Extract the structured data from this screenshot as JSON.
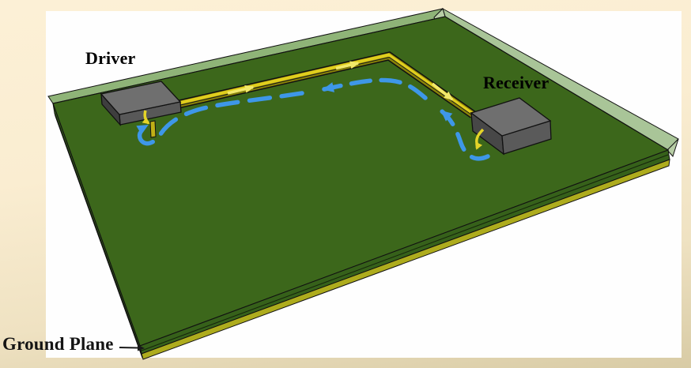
{
  "labels": {
    "driver": "Driver",
    "receiver": "Receiver",
    "ground_plane": "Ground Plane"
  },
  "colors": {
    "background_top": "#FCF0D6",
    "background_bottom": "#D8CBA5",
    "canvas_white": "#FEFEFE",
    "board_top_green": "#3C671B",
    "board_side_green": "#36611A",
    "board_side_left_green": "#335C18",
    "rim_left_green": "#8FB478",
    "rim_right_green": "#A2C08F",
    "rim_cap_green": "#B8CEA6",
    "ground_plane_yellow": "#AEAC1D",
    "trace_olive": "#8A8408",
    "trace_gold": "#E0CE1E",
    "signal_arrow_yellow": "#F2E96B",
    "via_arrow_yellow": "#E5D428",
    "via_post_gold": "#C0B016",
    "return_current_blue": "#3E97E8",
    "chip_top_gray": "#6F6F6F",
    "chip_front_gray": "#585858",
    "chip_side_gray": "#3E3E3E",
    "receiver_left_gray": "#474747",
    "receiver_front_gray": "#5A5A5A",
    "outline_black": "#111111",
    "label_arrow_black": "#1A1A1A"
  }
}
